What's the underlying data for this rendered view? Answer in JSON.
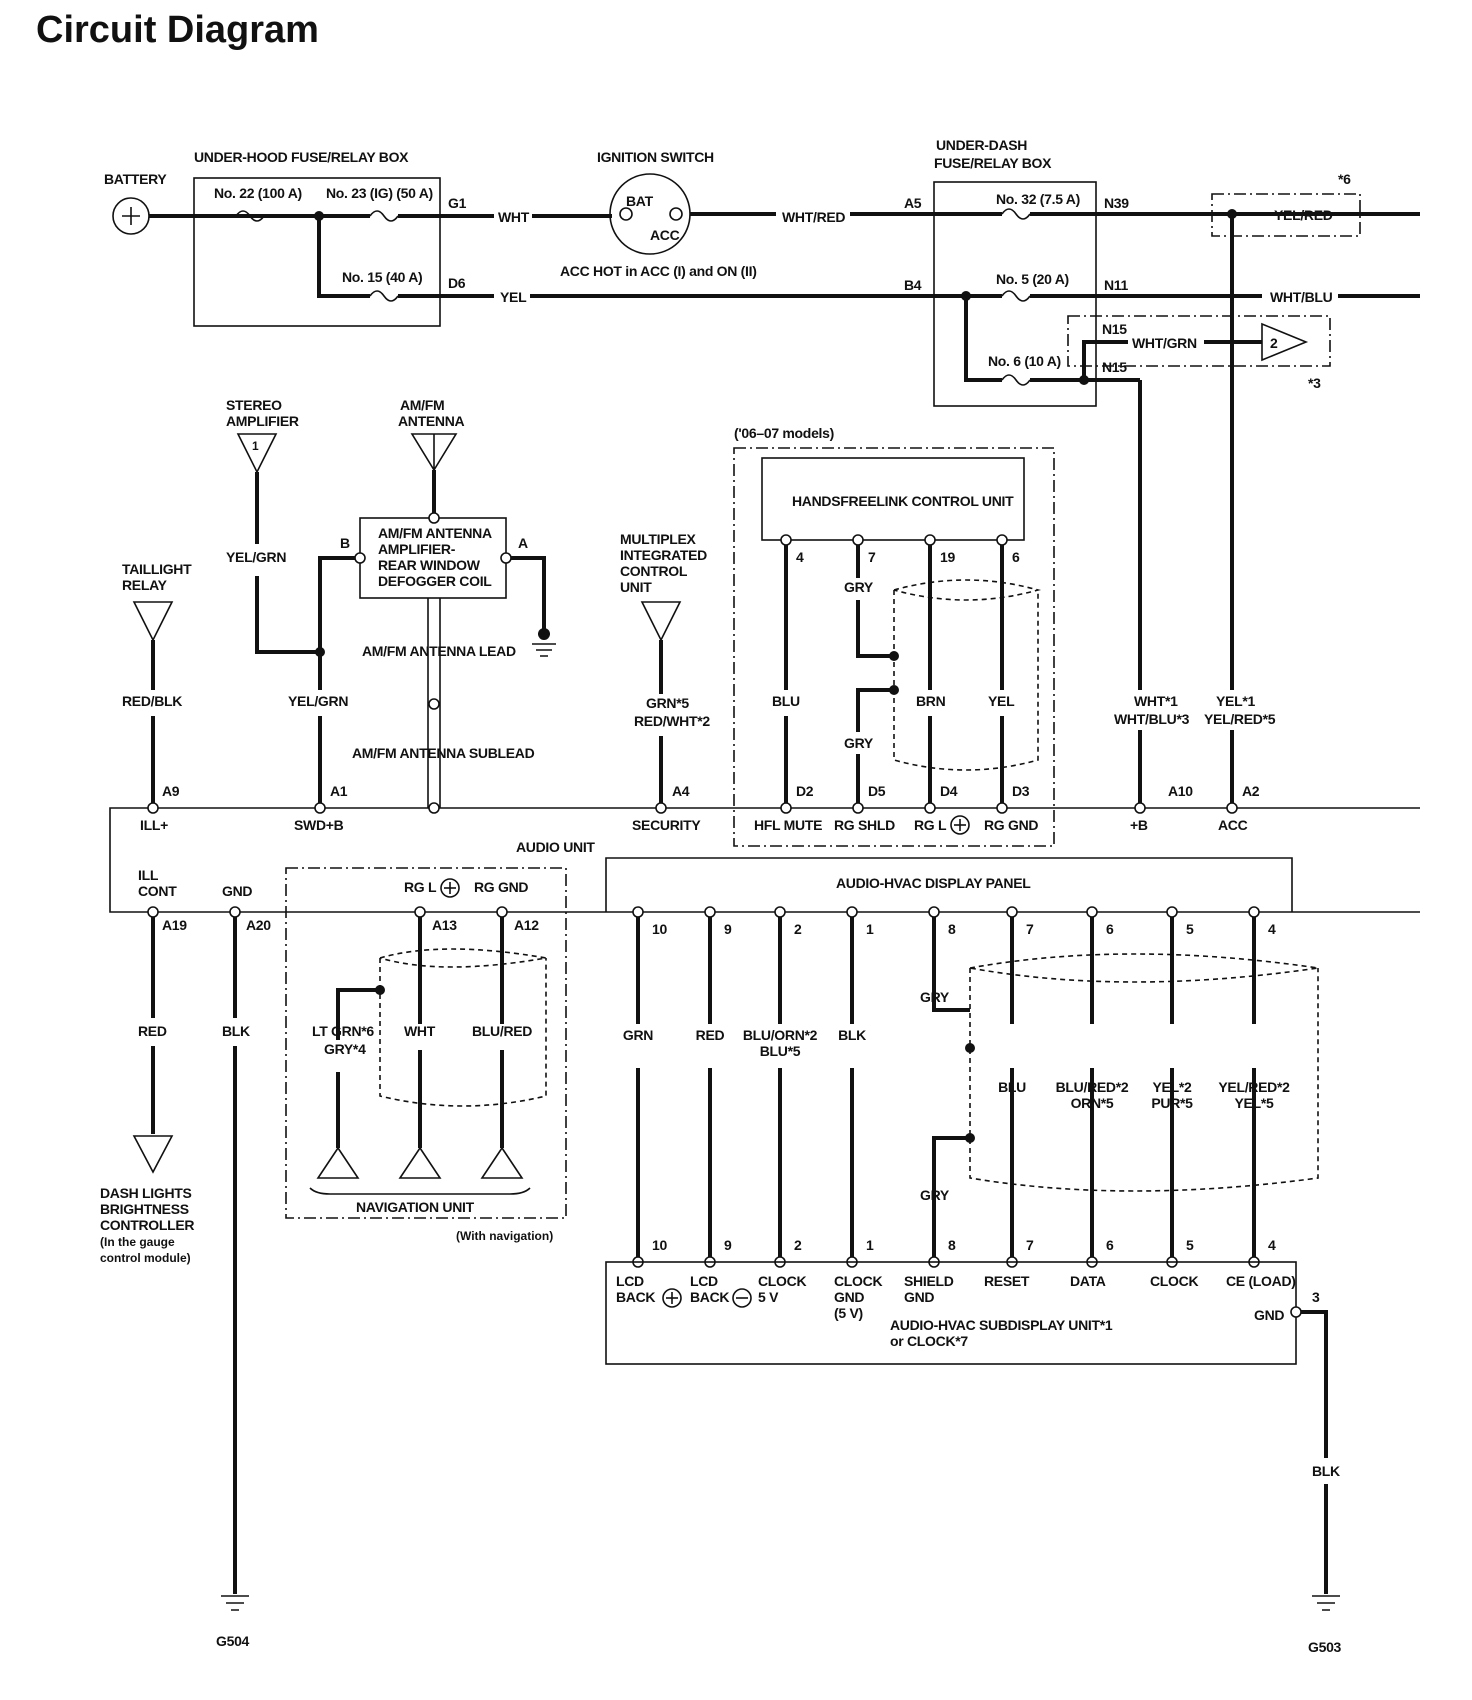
{
  "title": "Circuit Diagram",
  "battery": "BATTERY",
  "underhood": {
    "title": "UNDER-HOOD FUSE/RELAY BOX",
    "fuse22": "No. 22 (100 A)",
    "fuse23": "No. 23 (IG) (50 A)",
    "fuse15": "No. 15 (40 A)",
    "g1": "G1",
    "d6": "D6"
  },
  "ignition": {
    "title": "IGNITION SWITCH",
    "bat": "BAT",
    "acc": "ACC",
    "note": "ACC HOT in ACC (I) and ON (II)"
  },
  "underdash": {
    "title1": "UNDER-DASH",
    "title2": "FUSE/RELAY BOX",
    "fuse32": "No. 32 (7.5 A)",
    "fuse5": "No. 5 (20 A)",
    "fuse6": "No. 6 (10 A)",
    "a5": "A5",
    "b4": "B4",
    "n39": "N39",
    "n11": "N11",
    "n15a": "N15",
    "n15b": "N15"
  },
  "wires": {
    "wht": "WHT",
    "whtred": "WHT/RED",
    "yel": "YEL",
    "yelred": "YEL/RED",
    "whtblu": "WHT/BLU",
    "whtgrn": "WHT/GRN",
    "yelgrn1": "YEL/GRN",
    "yelgrn2": "YEL/GRN",
    "redblk": "RED/BLK",
    "grn_star5": "GRN*5",
    "redwht_star2": "RED/WHT*2",
    "whtstar1": "WHT*1",
    "whtbluStar3": "WHT/BLU*3",
    "yelstar1": "YEL*1",
    "yelredStar5": "YEL/RED*5",
    "red": "RED",
    "blk": "BLK",
    "blk2": "BLK"
  },
  "notes": {
    "star6": "*6",
    "star3": "*3",
    "two": "2"
  },
  "stereo": {
    "l1": "STEREO",
    "l2": "AMPLIFIER",
    "pin": "1"
  },
  "amfm": {
    "l1": "AM/FM",
    "l2": "ANTENNA",
    "box1": "AM/FM ANTENNA",
    "box2": "AMPLIFIER-",
    "box3": "REAR WINDOW",
    "box4": "DEFOGGER COIL",
    "b": "B",
    "a": "A",
    "lead": "AM/FM ANTENNA LEAD",
    "sublead": "AM/FM ANTENNA SUBLEAD"
  },
  "taillight": {
    "l1": "TAILLIGHT",
    "l2": "RELAY"
  },
  "mics": {
    "l1": "MULTIPLEX",
    "l2": "INTEGRATED",
    "l3": "CONTROL",
    "l4": "UNIT"
  },
  "hfl": {
    "models": "('06–07 models)",
    "title": "HANDSFREELINK CONTROL UNIT",
    "p4": "4",
    "p7": "7",
    "p19": "19",
    "p6": "6",
    "blu": "BLU",
    "gry1": "GRY",
    "gry2": "GRY",
    "brn": "BRN",
    "yel": "YEL"
  },
  "audio": {
    "title": "AUDIO UNIT",
    "a9": "A9",
    "a1": "A1",
    "a4": "A4",
    "d2": "D2",
    "d5": "D5",
    "d4": "D4",
    "d3": "D3",
    "a10": "A10",
    "a2": "A2",
    "ill": "ILL+",
    "swd": "SWD+B",
    "security": "SECURITY",
    "hflmute": "HFL MUTE",
    "rgshld": "RG SHLD",
    "rgl": "RG L",
    "rggnd": "RG GND",
    "b": "+B",
    "acc": "ACC",
    "illcont1": "ILL",
    "illcont2": "CONT",
    "gnd": "GND",
    "a19": "A19",
    "a20": "A20",
    "rgl2": "RG L",
    "rggnd2": "RG GND",
    "a13": "A13",
    "a12": "A12"
  },
  "nav": {
    "ltgrn": "LT GRN*6",
    "gry": "GRY*4",
    "wht": "WHT",
    "blured": "BLU/RED",
    "title": "NAVIGATION UNIT",
    "with": "(With navigation)"
  },
  "dash": {
    "l1": "DASH LIGHTS",
    "l2": "BRIGHTNESS",
    "l3": "CONTROLLER",
    "l4": "(In the gauge",
    "l5": "control module)"
  },
  "panel": {
    "title": "AUDIO-HVAC DISPLAY PANEL",
    "pins": [
      "10",
      "9",
      "2",
      "1",
      "8",
      "7",
      "6",
      "5",
      "4"
    ],
    "colors": [
      "GRN",
      "RED",
      "BLU/ORN*2",
      "BLK",
      "GRY",
      "BLU",
      "BLU/RED*2",
      "YEL*2",
      "YEL/RED*2"
    ],
    "colors2": [
      "",
      "",
      "BLU*5",
      "",
      "GRY",
      "",
      "ORN*5",
      "PUR*5",
      "YEL*5"
    ]
  },
  "sub": {
    "pin3": "3",
    "gnd": "GND",
    "lcd1a": "LCD",
    "lcd1b": "BACK",
    "lcd2a": "LCD",
    "lcd2b": "BACK",
    "clk5a": "CLOCK",
    "clk5b": "5 V",
    "cgnd1": "CLOCK",
    "cgnd2": "GND",
    "cgnd3": "(5 V)",
    "sh1": "SHIELD",
    "sh2": "GND",
    "reset": "RESET",
    "data": "DATA",
    "clock": "CLOCK",
    "ce": "CE (LOAD)",
    "title1": "AUDIO-HVAC SUBDISPLAY UNIT*1",
    "title2": "or CLOCK*7"
  },
  "grounds": {
    "g504": "G504",
    "g503": "G503"
  }
}
